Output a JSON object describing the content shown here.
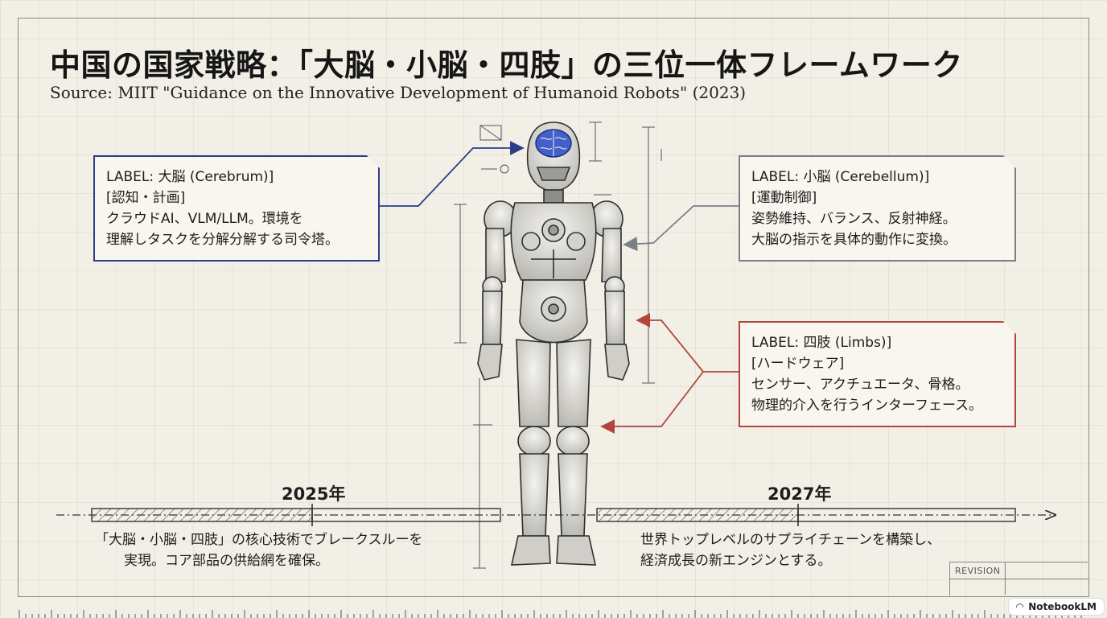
{
  "title": "中国の国家戦略：「大脳・小脳・四肢」の三位一体フレームワーク",
  "subtitle": "Source: MIIT \"Guidance on the Innovative Development of Humanoid Robots\" (2023)",
  "callouts": {
    "cerebrum": {
      "label": "LABEL: 大脳 (Cerebrum)]",
      "category": "[認知・計画]",
      "desc_line1": "クラウドAI、VLM/LLM。環境を",
      "desc_line2": "理解しタスクを分解分解する司令塔。",
      "color": "#2d3d86"
    },
    "cerebellum": {
      "label": "LABEL: 小脳 (Cerebellum)]",
      "category": "[運動制御]",
      "desc_line1": "姿勢維持、バランス、反射神経。",
      "desc_line2": "大脳の指示を具体的動作に変換。",
      "color": "#7a7f88"
    },
    "limbs": {
      "label": "LABEL: 四肢 (Limbs)]",
      "category": "[ハードウェア]",
      "desc_line1": "センサー、アクチュエータ、骨格。",
      "desc_line2": "物理的介入を行うインターフェース。",
      "color": "#b3463c"
    }
  },
  "timeline": {
    "m2025": {
      "year": "2025年",
      "desc_line1": "「大脳・小脳・四肢」の核心技術でブレークスルーを",
      "desc_line2": "実現。コア部品の供給網を確保。"
    },
    "m2027": {
      "year": "2027年",
      "desc_line1": "世界トップレベルのサプライチェーンを構築し、",
      "desc_line2": "経済成長の新エンジンとする。"
    }
  },
  "revision_label": "REVISION",
  "badge": {
    "text": "NotebookLM",
    "icon": "notebooklm-logo-icon"
  }
}
